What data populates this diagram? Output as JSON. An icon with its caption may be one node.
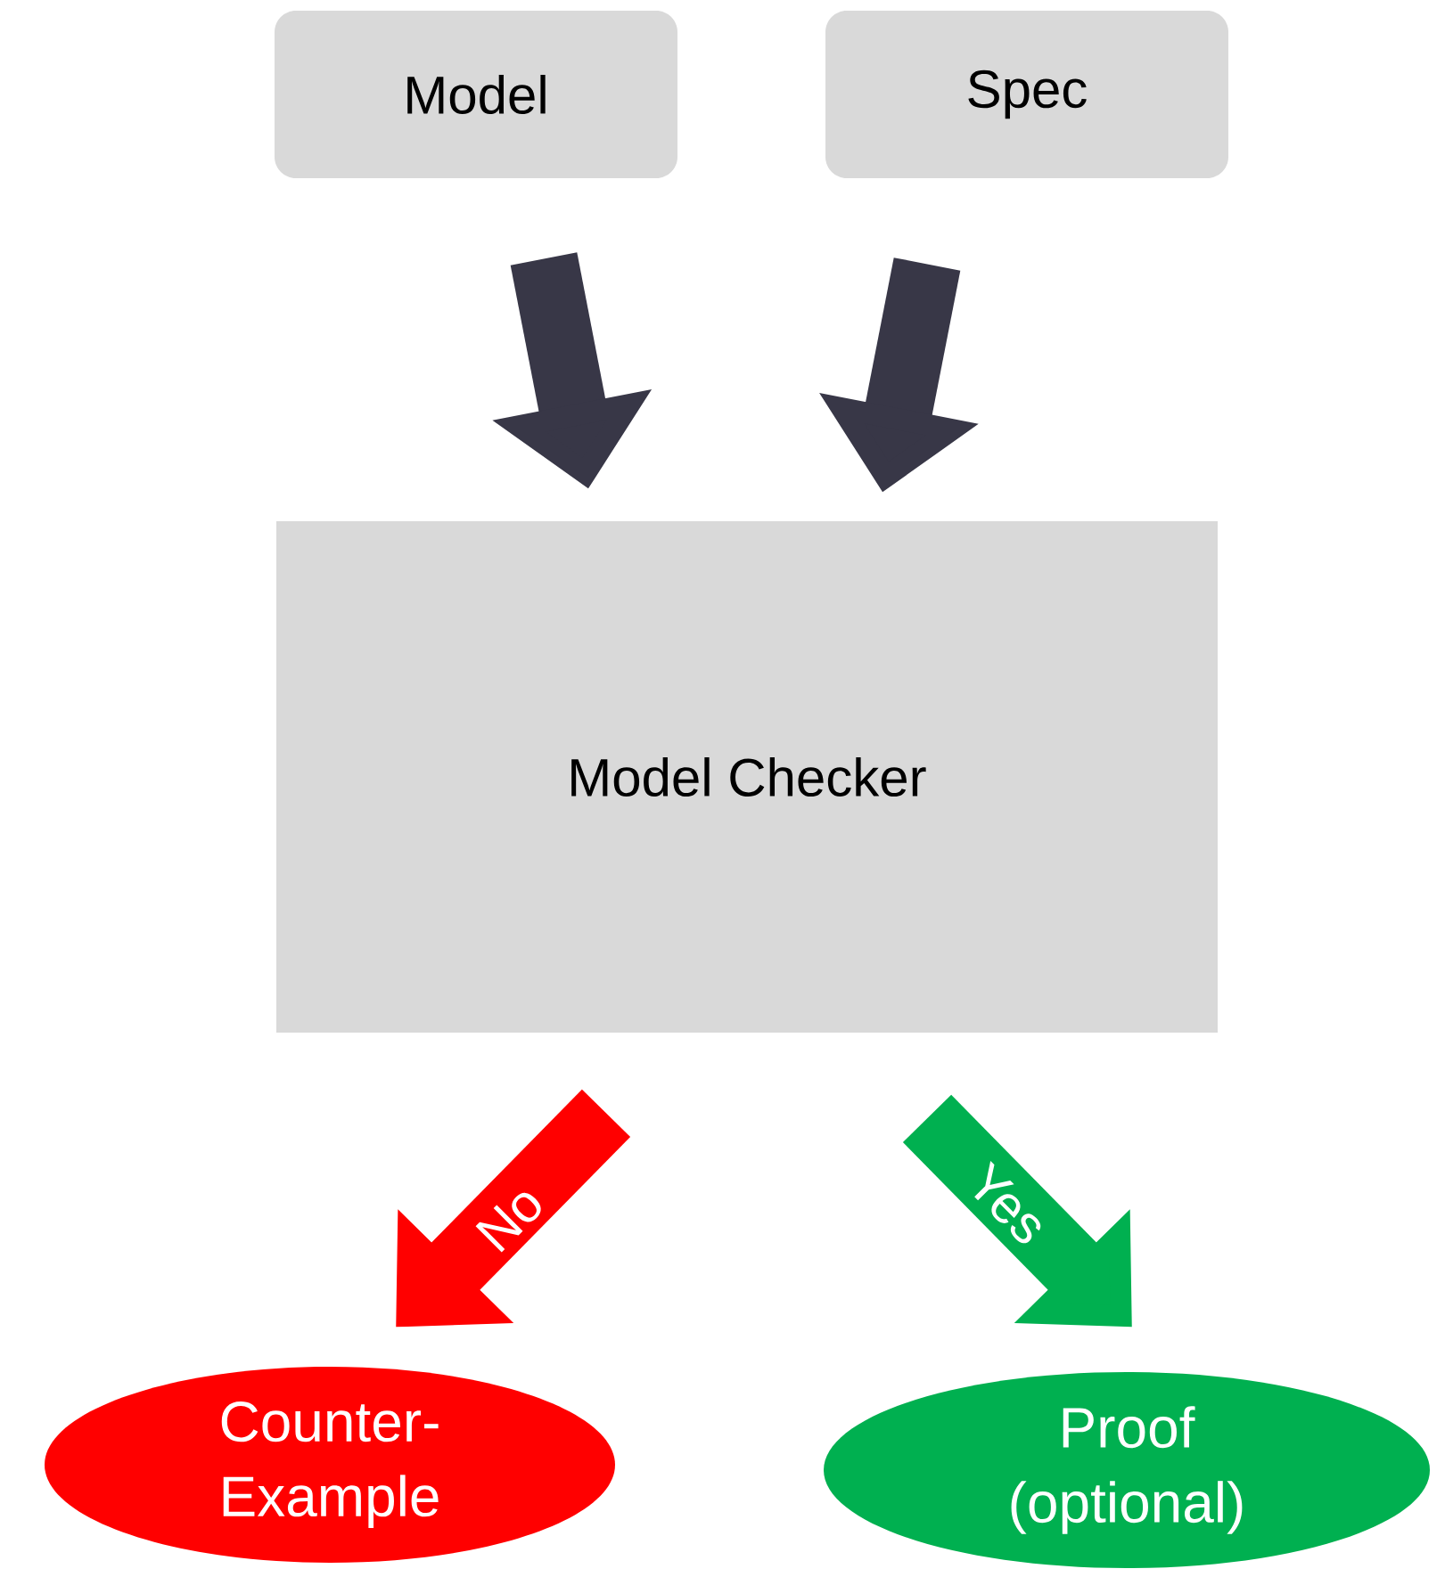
{
  "diagram": {
    "nodes": [
      {
        "text": [
          "Model"
        ]
      },
      {
        "text": [
          "Spec"
        ]
      },
      {
        "text": [
          "Model Checker"
        ]
      },
      {
        "text": [
          "Counter- Example"
        ]
      },
      {
        "text": [
          "Proof (optional)"
        ]
      }
    ],
    "edges": [
      {
        "from": 0,
        "to": 2,
        "arrow": "to"
      },
      {
        "from": 1,
        "to": 2,
        "arrow": "to"
      },
      {
        "from": 2,
        "to": 3,
        "arrow": "to",
        "label": "No",
        "color": "#ff0000"
      },
      {
        "from": 2,
        "to": 4,
        "arrow": "to",
        "label": "Yes",
        "color": "#00b050"
      }
    ]
  }
}
